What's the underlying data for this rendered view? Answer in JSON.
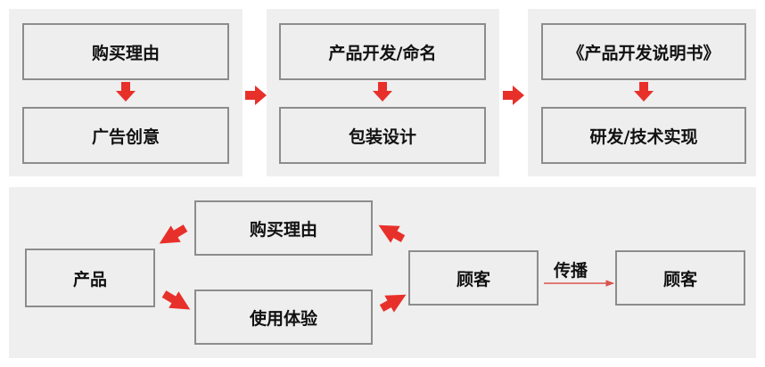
{
  "colors": {
    "arrow": "#e8302a",
    "panel": "#efefef",
    "box_border": "#8c8c8c",
    "line": "#d9534f"
  },
  "top_flow": {
    "group1": {
      "top": "购买理由",
      "bottom": "广告创意"
    },
    "group2": {
      "top": "产品开发/命名",
      "bottom": "包装设计"
    },
    "group3": {
      "top": "《产品开发说明书》",
      "bottom": "研发/技术实现"
    }
  },
  "bottom_flow": {
    "product": "产品",
    "reason": "购买理由",
    "experience": "使用体验",
    "customer": "顾客",
    "spread_label": "传播",
    "customer2": "顾客"
  }
}
